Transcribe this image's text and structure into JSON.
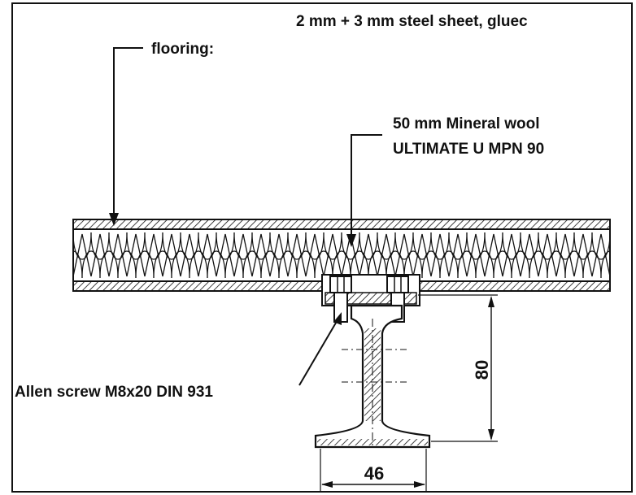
{
  "labels": {
    "top_sheet": "2 mm + 3 mm steel sheet, gluec",
    "flooring": "flooring:",
    "wool_line1": "50 mm Mineral wool",
    "wool_line2": "ULTIMATE U MPN 90",
    "screw": "Allen screw M8x20 DIN 931",
    "dim_height": "80",
    "dim_width": "46"
  },
  "colors": {
    "ink": "#111111",
    "paper": "#ffffff"
  }
}
